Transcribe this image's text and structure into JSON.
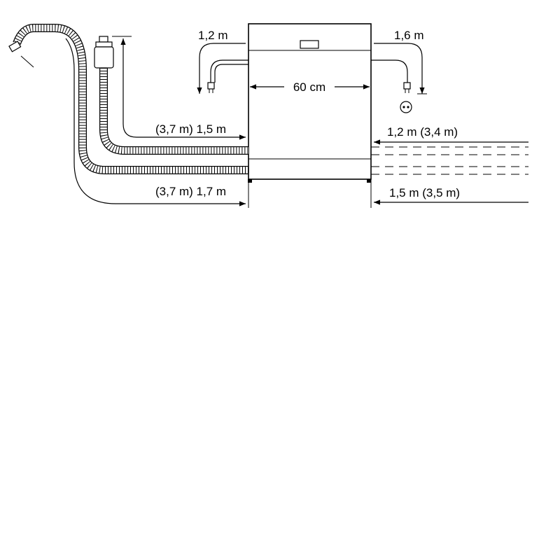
{
  "labels": {
    "width": "60 cm",
    "power_cord_left": "1,2 m",
    "power_cord_right": "1,6 m",
    "drain_hose_left": "(3,7 m) 1,5 m",
    "inlet_hose_left": "(3,7 m) 1,7 m",
    "drain_hose_right": "1,2 m (3,4 m)",
    "inlet_hose_right": "1,5 m (3,5 m)"
  },
  "icons": [
    "dishwasher-outline",
    "power-plug-icon",
    "power-socket-icon",
    "tap-connector-icon",
    "siphon-connector-icon",
    "corrugated-hose-icon"
  ],
  "colors": {
    "line": "#000000",
    "background": "#ffffff"
  }
}
